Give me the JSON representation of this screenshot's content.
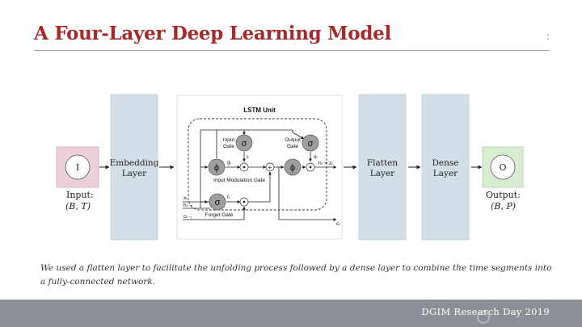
{
  "slide": {
    "title": "A Four-Layer Deep Learning Model",
    "menu_glyph": ":",
    "caption": "We used a flatten layer to facilitate the unfolding process followed by a dense layer to combine the time segments into a fully-connected network.",
    "footer": "DGIM Research Day 2019"
  },
  "diagram": {
    "input_node": "I",
    "input_label": "Input:",
    "input_shape": "(B, T)",
    "embedding_label_1": "Embedding",
    "embedding_label_2": "Layer",
    "lstm_title": "LSTM Unit",
    "input_gate_1": "Input",
    "input_gate_2": "Gate",
    "output_gate_1": "Output",
    "output_gate_2": "Gate",
    "input_modulation_gate": "Input Modulation Gate",
    "forget_gate": "Forget Gate",
    "sigma": "σ",
    "phi": "ϕ",
    "plus": "+",
    "x_t": "xₜ",
    "h_t1": "hₜ₋₁",
    "c_t1": "cₜ₋₁",
    "c_t": "cₜ",
    "h_t": "hₜ = zₜ",
    "i_t": "iₜ",
    "o_t": "oₜ",
    "g_t": "gₜ",
    "f_t": "fₜ",
    "flatten_label_1": "Flatten",
    "flatten_label_2": "Layer",
    "dense_label_1": "Dense",
    "dense_label_2": "Layer",
    "output_node": "O",
    "output_label": "Output:",
    "output_shape": "(B, P)"
  },
  "colors": {
    "title": "#a52a2a",
    "layer_fill": "#d3dfe6",
    "input_fill": "#ecd0d8",
    "output_fill": "#d8ecd0",
    "gate_fill": "#9e9e9e",
    "footer": "#8c9096"
  }
}
